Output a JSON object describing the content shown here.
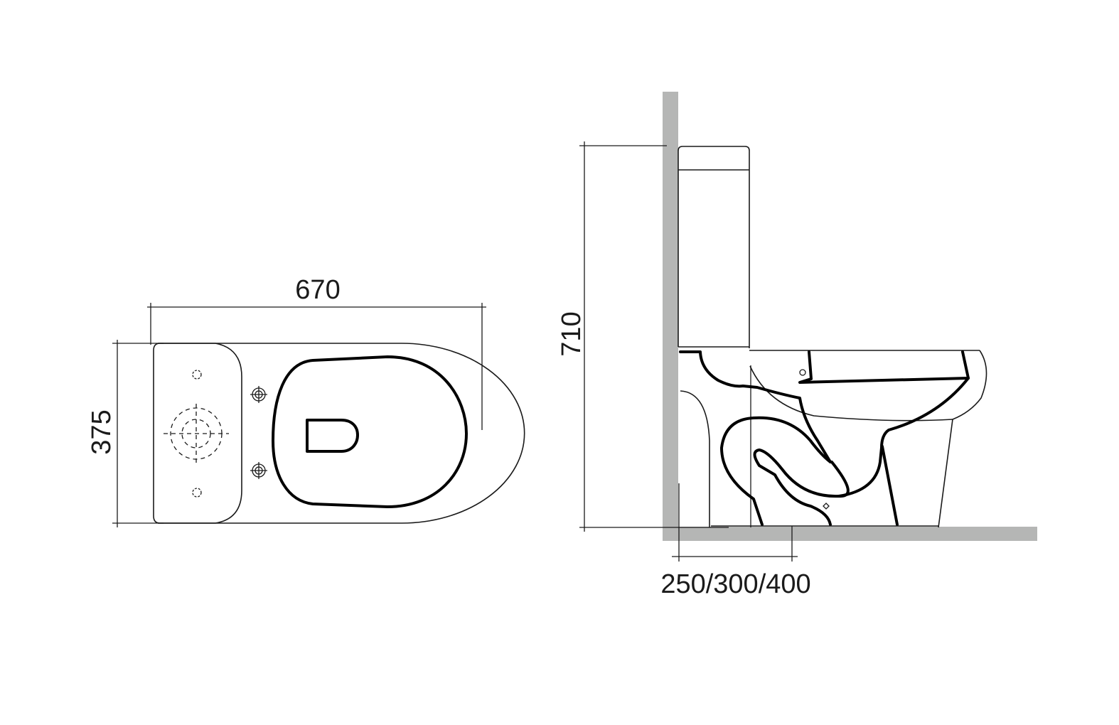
{
  "drawing": {
    "subject": "Close-coupled toilet technical drawing",
    "colors": {
      "line": "#000000",
      "wall": "#b5b6b5",
      "background": "#ffffff"
    },
    "top_view": {
      "width_label": "670",
      "depth_label": "375"
    },
    "side_view": {
      "height_label": "710",
      "outlet_label": "250/300/400"
    }
  }
}
